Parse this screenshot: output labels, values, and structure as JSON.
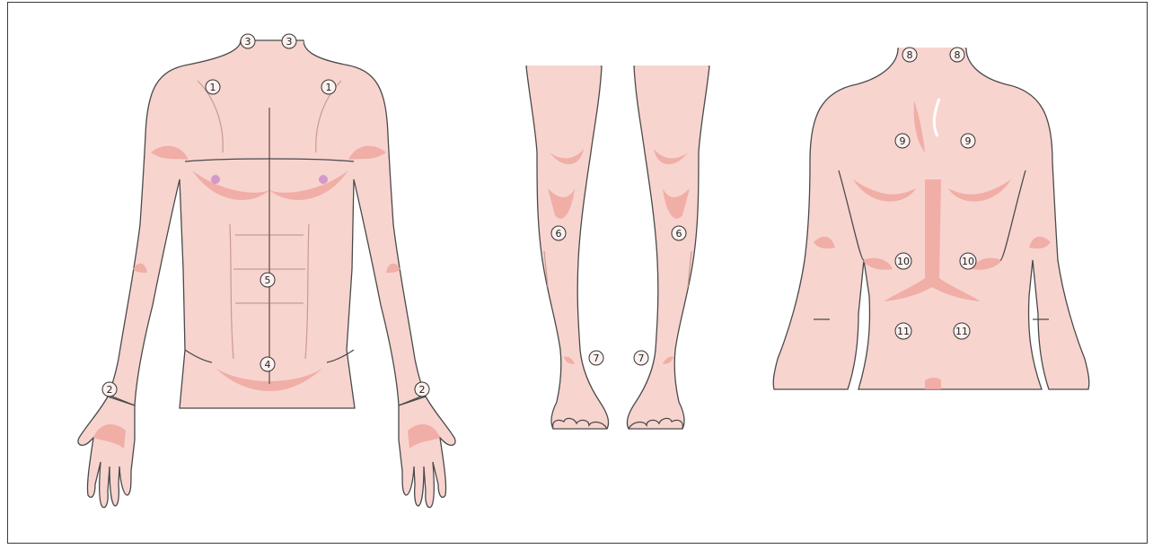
{
  "diagram": {
    "figures": [
      {
        "name": "torso-front",
        "markers": [
          "3",
          "3",
          "1",
          "1",
          "5",
          "4",
          "2",
          "2"
        ]
      },
      {
        "name": "legs-front",
        "markers": [
          "6",
          "6",
          "7",
          "7"
        ]
      },
      {
        "name": "back",
        "markers": [
          "8",
          "8",
          "9",
          "9",
          "10",
          "10",
          "11",
          "11"
        ]
      }
    ],
    "colors": {
      "skin": "#f8d4cf",
      "fold": "#efa7a0",
      "outline": "#4a4a4a",
      "nipple": "#c889c8"
    }
  }
}
